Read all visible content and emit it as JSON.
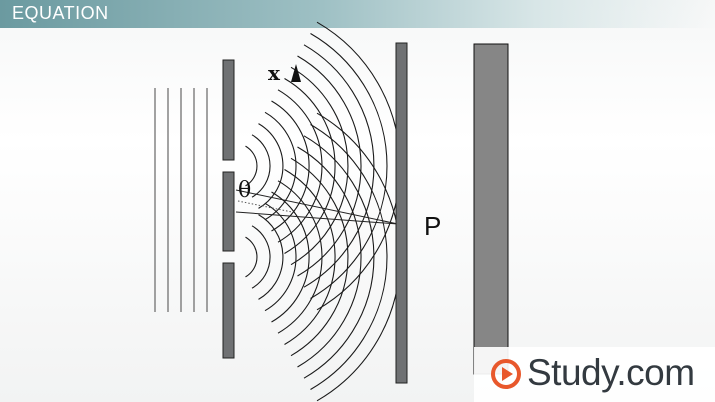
{
  "header": {
    "title": "EQUATION"
  },
  "diagram": {
    "angle_label": "θ",
    "axis_label": "x",
    "point_label": "P"
  },
  "logo": {
    "text": "Study.com",
    "brand_color": "#e8582c"
  },
  "colors": {
    "barrier": "#6f7173",
    "waves": "#1a1a1a",
    "header": "#7fa9ae"
  }
}
